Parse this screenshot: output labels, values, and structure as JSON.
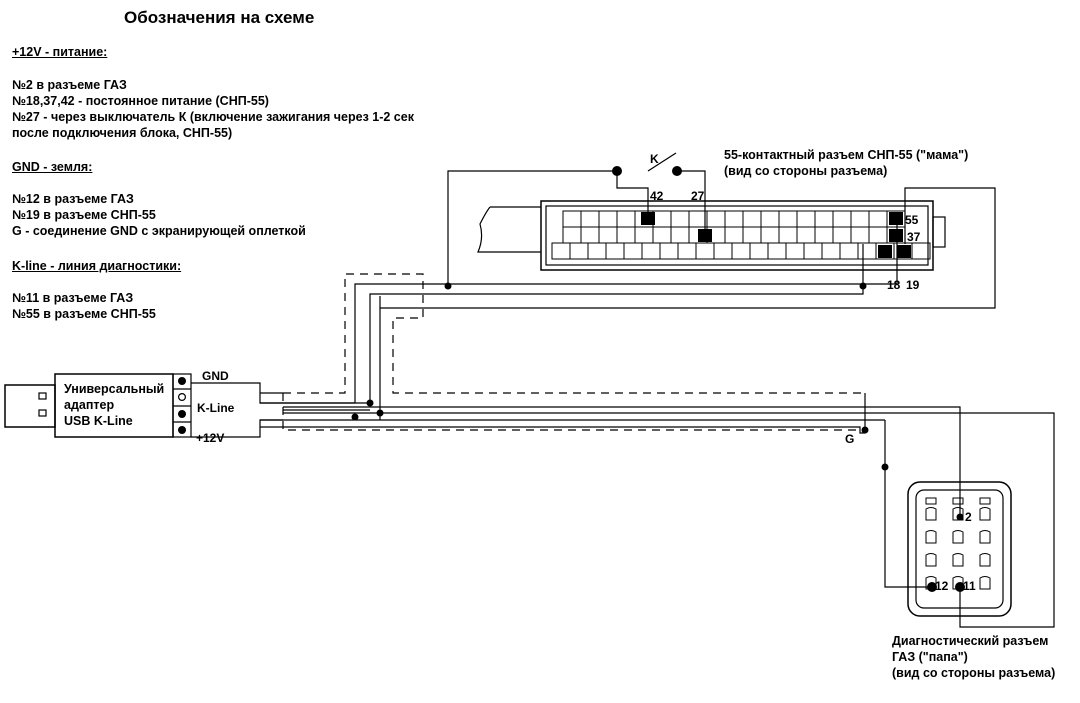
{
  "title": "Обозначения на схеме",
  "legend": {
    "power_header": "+12V - питание:",
    "power_lines": [
      "№2 в разъеме ГАЗ",
      "№18,37,42 - постоянное питание (СНП-55)",
      "№27 - через выключатель К (включение зажигания через 1-2 сек",
      "после подключения блока, СНП-55)"
    ],
    "gnd_header": "GND - земля:",
    "gnd_lines": [
      "№12 в разъеме ГАЗ",
      "№19 в разъеме СНП-55",
      "G - соединение GND с экранирующей оплеткой"
    ],
    "kline_header": "K-line - линия диагностики:",
    "kline_lines": [
      "№11 в разъеме ГАЗ",
      "№55 в разъеме СНП-55"
    ]
  },
  "snp55": {
    "caption_line1": "55-контактный разъем СНП-55 (\"мама\")",
    "caption_line2": "(вид со стороны разъема)",
    "pins": {
      "p42": "42",
      "p27": "27",
      "p55": "55",
      "p37": "37",
      "p18": "18",
      "p19": "19"
    }
  },
  "switch_label": "K",
  "shield_label": "G",
  "adapter": {
    "label_line1": "Универсальный",
    "label_line2": "адаптер",
    "label_line3": "USB K-Line",
    "term_gnd": "GND",
    "term_kline": "K-Line",
    "term_12v": "+12V"
  },
  "gaz": {
    "pins": {
      "p2": "2",
      "p12": "12",
      "p11": "11"
    },
    "caption_line1": "Диагностический разъем",
    "caption_line2": "ГАЗ (\"папа\")",
    "caption_line3": "(вид со стороны разъема)"
  }
}
